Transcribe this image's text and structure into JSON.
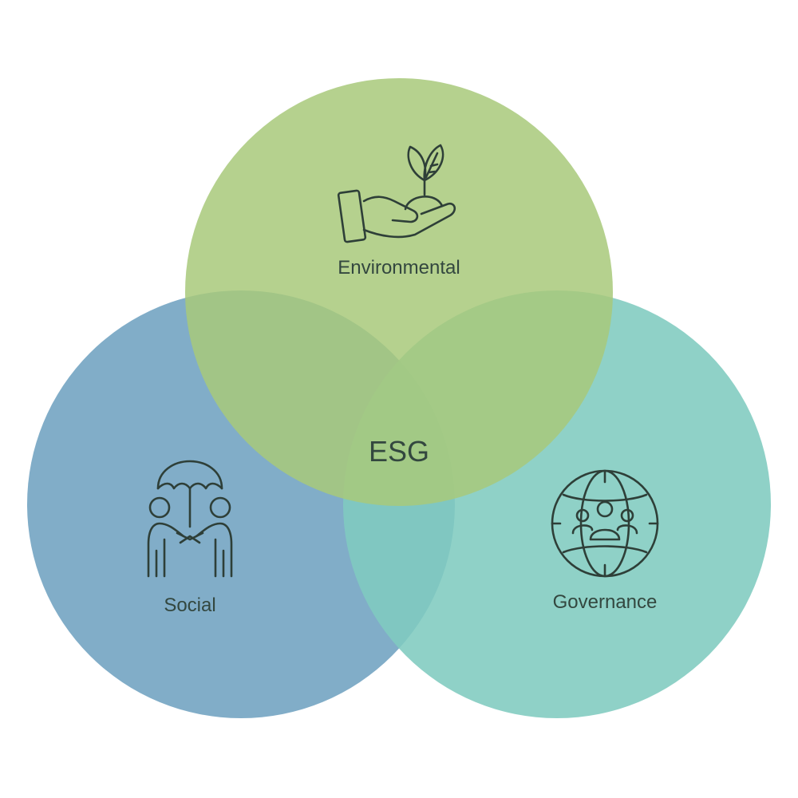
{
  "center": {
    "label": "ESG"
  },
  "circles": {
    "environmental": {
      "label": "Environmental",
      "icon": "hand-plant-icon",
      "color": "#a8c97a"
    },
    "social": {
      "label": "Social",
      "icon": "handshake-umbrella-icon",
      "color": "#76a6c3"
    },
    "governance": {
      "label": "Governance",
      "icon": "globe-people-icon",
      "color": "#7fcbbf"
    }
  },
  "text_color": "#33473f"
}
